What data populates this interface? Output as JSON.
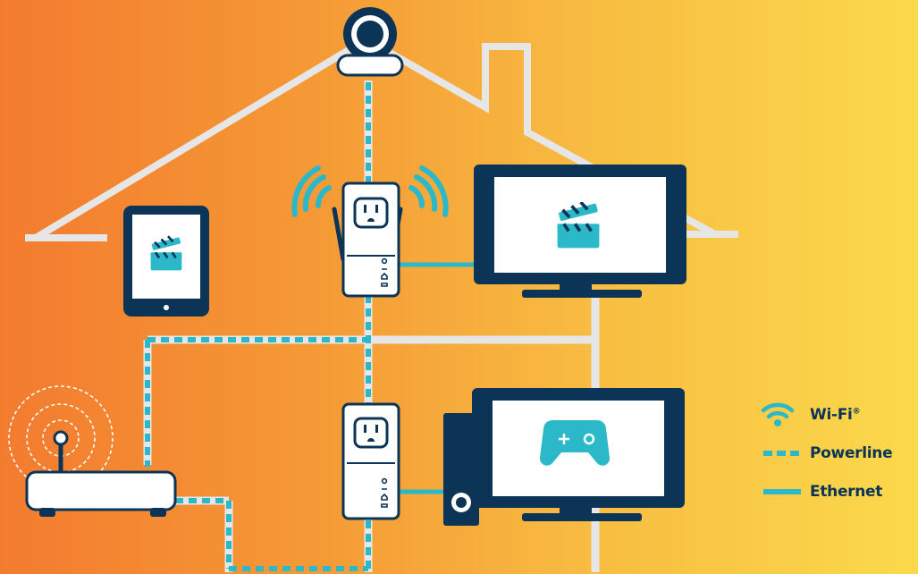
{
  "legend": {
    "items": [
      {
        "key": "wifi",
        "label": "Wi-Fi",
        "mark": "®",
        "icon": "wifi-icon"
      },
      {
        "key": "powerline",
        "label": "Powerline",
        "icon": "dashed-line-icon"
      },
      {
        "key": "ethernet",
        "label": "Ethernet",
        "icon": "solid-line-icon"
      }
    ]
  },
  "devices": {
    "camera": {
      "icon": "webcam-icon"
    },
    "tablet": {
      "icon": "clapperboard-icon"
    },
    "tv_top": {
      "icon": "clapperboard-icon"
    },
    "tv_bottom": {
      "icon": "gamepad-icon"
    },
    "console": {
      "icon": "game-console-icon"
    },
    "router": {
      "icon": "router-icon"
    },
    "extender": {
      "icon": "wifi-extender-icon"
    },
    "adapter": {
      "icon": "powerline-adapter-icon"
    }
  },
  "colors": {
    "navy": "#0b3457",
    "teal": "#2bb9c9",
    "wall": "#e6e6e6",
    "bg_start": "#f37b2f",
    "bg_end": "#fbd94b"
  }
}
